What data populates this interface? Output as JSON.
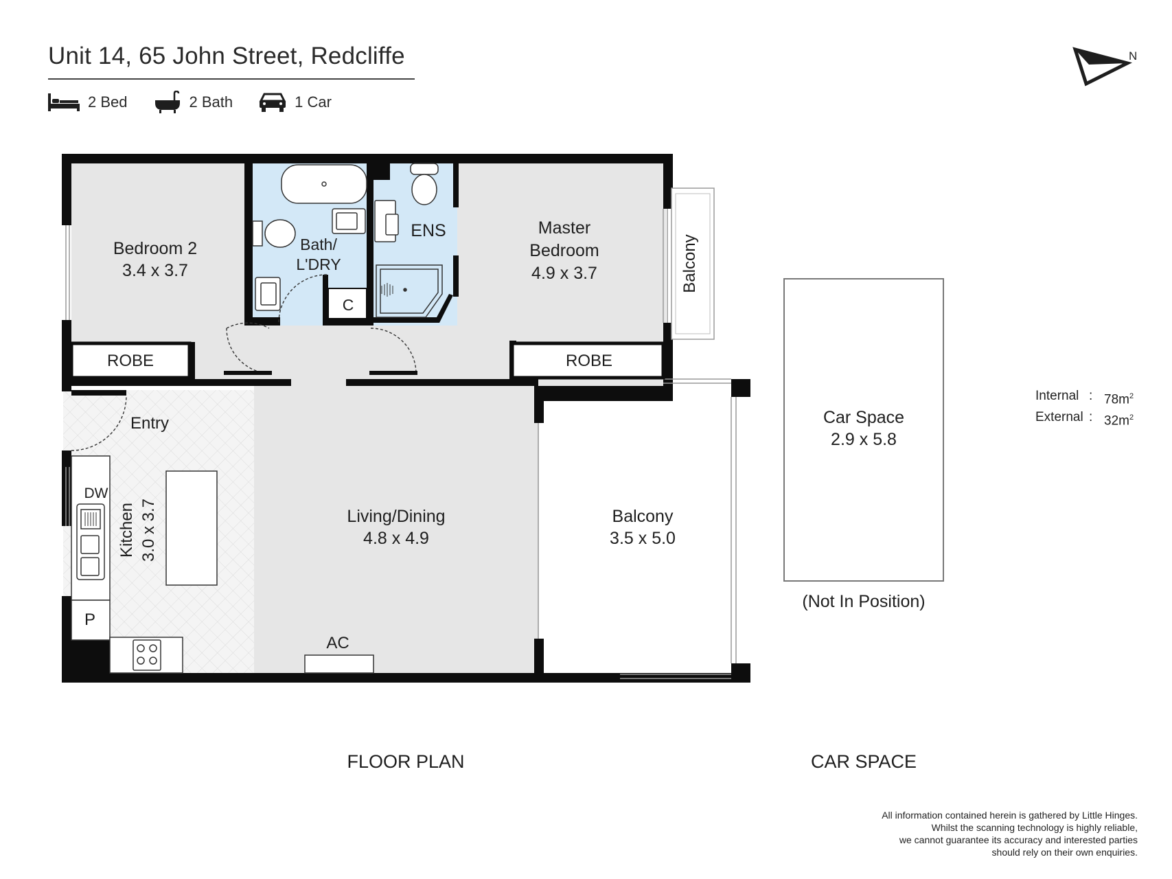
{
  "header": {
    "title": "Unit 14, 65 John Street, Redcliffe",
    "beds": "2 Bed",
    "baths": "2 Bath",
    "cars": "1 Car"
  },
  "compass": {
    "label": "N"
  },
  "rooms": {
    "bedroom2": {
      "name": "Bedroom 2",
      "dims": "3.4 x 3.7"
    },
    "bath_line1": "Bath/",
    "bath_line2": "L'DRY",
    "ens": "ENS",
    "master": {
      "name_line1": "Master",
      "name_line2": "Bedroom",
      "dims": "4.9 x 3.7"
    },
    "small_balcony": "Balcony",
    "robe_left": "ROBE",
    "robe_right": "ROBE",
    "cupboard": "C",
    "entry": "Entry",
    "dw": "DW",
    "kitchen": {
      "name": "Kitchen",
      "dims": "3.0 x 3.7"
    },
    "pantry": "P",
    "living": {
      "name": "Living/Dining",
      "dims": "4.8 x 4.9"
    },
    "ac": "AC",
    "balcony": {
      "name": "Balcony",
      "dims": "3.5 x 5.0"
    },
    "car_space": {
      "name": "Car Space",
      "dims": "2.9 x 5.8",
      "note": "(Not In Position)"
    }
  },
  "section_labels": {
    "floor_plan": "FLOOR PLAN",
    "car_space": "CAR SPACE"
  },
  "areas": {
    "internal_label": "Internal",
    "internal_value": "78m",
    "external_label": "External",
    "external_value": "32m",
    "separator": ":",
    "unit_sup": "2"
  },
  "disclaimer": {
    "line1": "All information contained herein is gathered by Little Hinges.",
    "line2": "Whilst the scanning technology is highly reliable,",
    "line3": "we cannot guarantee its accuracy and interested parties",
    "line4": "should rely on their own enquiries."
  },
  "icons": [
    "bed-icon",
    "bathtub-icon",
    "car-icon",
    "north-arrow-icon"
  ],
  "colors": {
    "wall": "#0d0d0d",
    "floor": "#e6e6e6",
    "wet_area": "#d3e8f7",
    "tile": "#f3f3f3",
    "text": "#1e1e1e"
  }
}
